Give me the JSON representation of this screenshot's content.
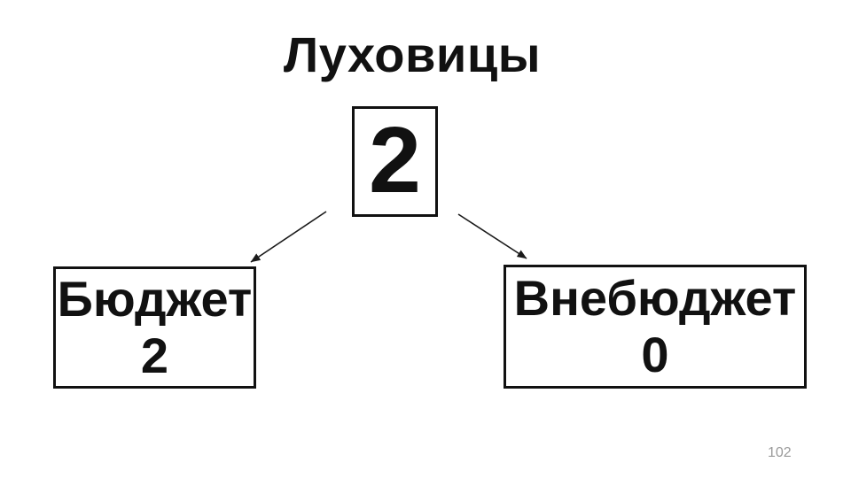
{
  "slide": {
    "title": "Луховицы",
    "root": {
      "value": "2"
    },
    "children": [
      {
        "label": "Бюджет",
        "value": "2"
      },
      {
        "label": "Внебюджет",
        "value": "0"
      }
    ],
    "page_number": "102"
  },
  "chart_data": {
    "type": "table",
    "title": "Луховицы",
    "total": 2,
    "categories": [
      "Бюджет",
      "Внебюджет"
    ],
    "values": [
      2,
      0
    ]
  },
  "colors": {
    "background": "#ffffff",
    "text": "#111111",
    "box_border": "#111111",
    "arrow": "#1a1a1a",
    "page_number": "#9a9a9a"
  }
}
